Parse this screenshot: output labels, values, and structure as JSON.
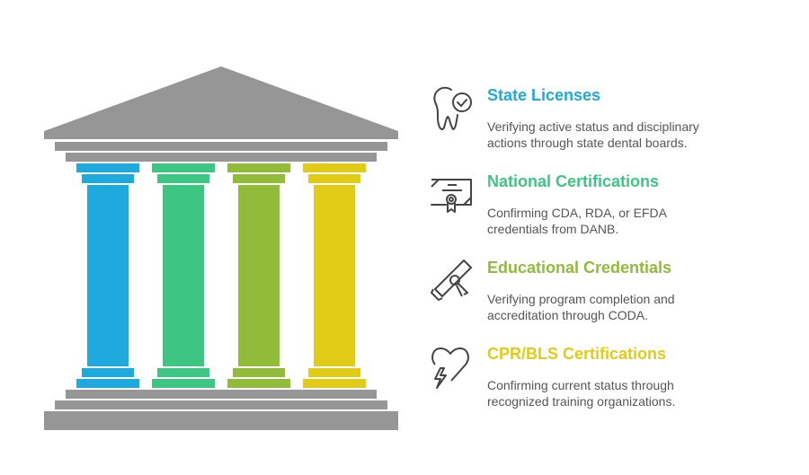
{
  "colors": {
    "roof": "#969696",
    "blue": "#1eaadc",
    "green": "#3cc682",
    "olive": "#90bc3a",
    "yellow": "#e0cc16",
    "text": "#555555",
    "icon": "#444444"
  },
  "items": [
    {
      "title": "State Licenses",
      "desc_lines": [
        "Verifying active status and disciplinary",
        "actions through state dental boards."
      ],
      "icon": "tooth-check-icon",
      "color": "#1eaadc"
    },
    {
      "title": "National Certifications",
      "desc_lines": [
        "Confirming CDA, RDA, or EFDA",
        "credentials from DANB."
      ],
      "icon": "certificate-icon",
      "color": "#3cc682"
    },
    {
      "title": "Educational Credentials",
      "desc_lines": [
        "Verifying program completion and",
        "accreditation through CODA."
      ],
      "icon": "diploma-icon",
      "color": "#90bc3a"
    },
    {
      "title": "CPR/BLS Certifications",
      "desc_lines": [
        "Confirming current status through",
        "recognized training organizations."
      ],
      "icon": "heart-lightning-icon",
      "color": "#e0cc16"
    }
  ]
}
